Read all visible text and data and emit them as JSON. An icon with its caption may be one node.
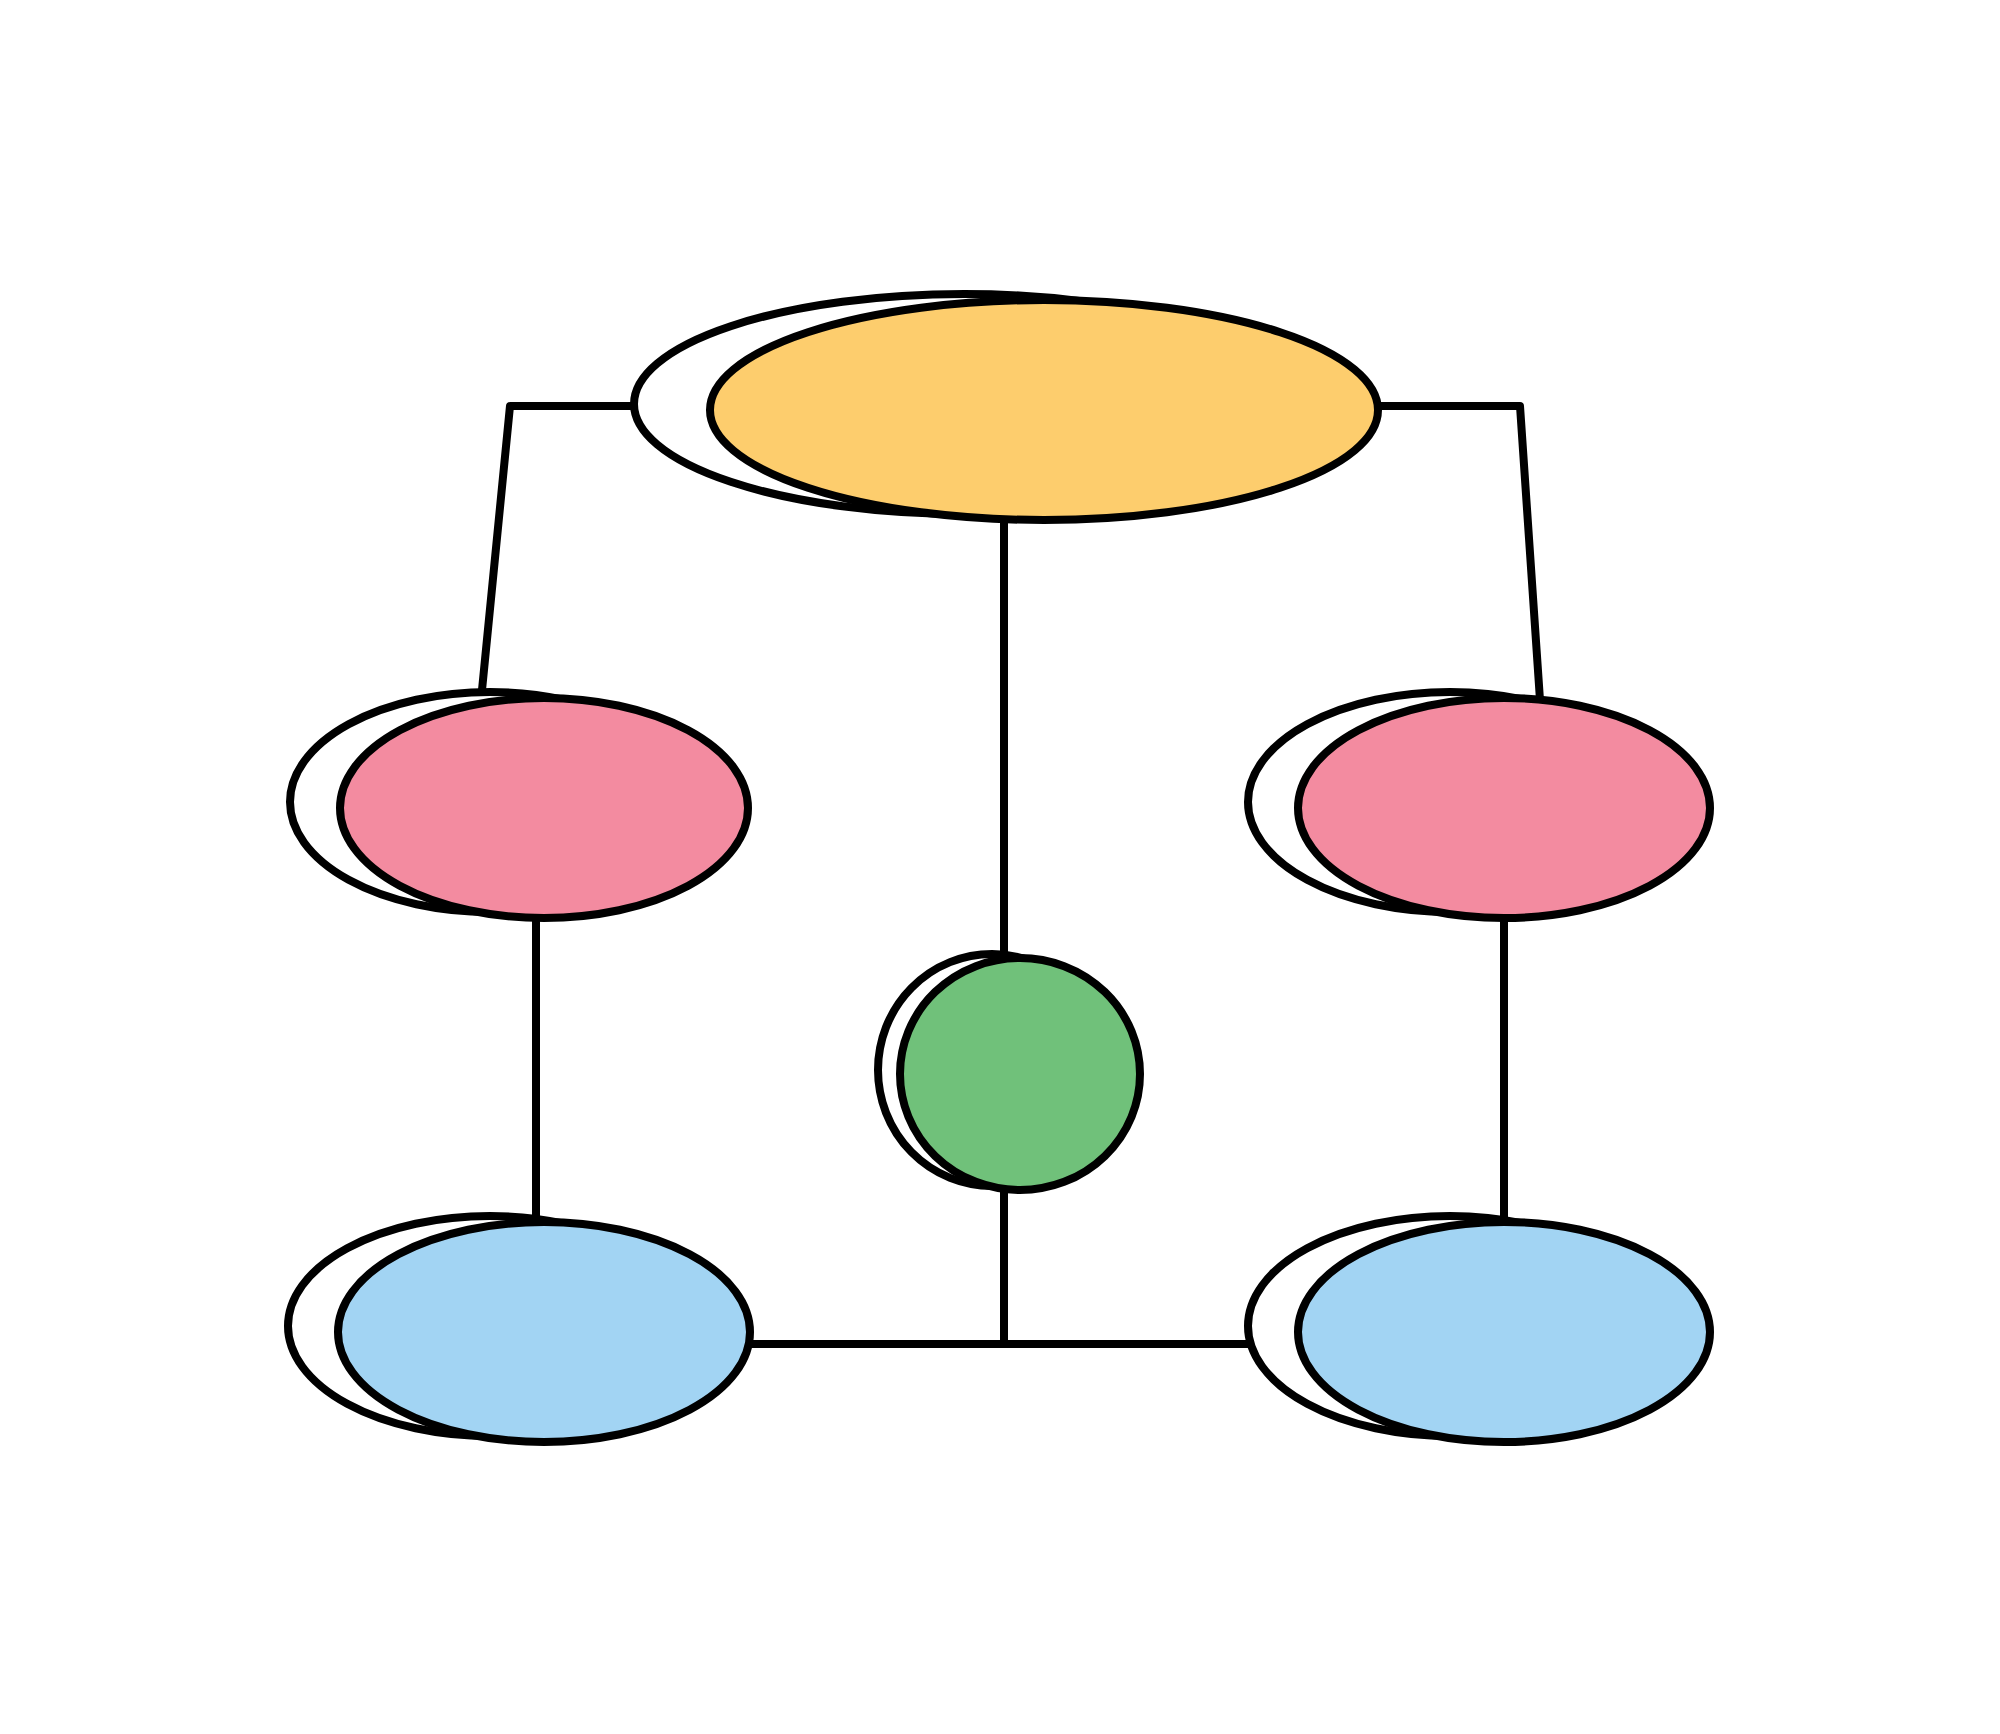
{
  "diagram": {
    "nodes": [
      {
        "text": [],
        "shape": "ellipse"
      },
      {
        "text": [],
        "shape": "ellipse"
      },
      {
        "text": [],
        "shape": "ellipse"
      },
      {
        "text": [],
        "shape": "circle"
      },
      {
        "text": [],
        "shape": "ellipse"
      },
      {
        "text": [],
        "shape": "ellipse"
      }
    ],
    "edges": [
      {
        "from": 0,
        "to": 1,
        "arrow": "none"
      },
      {
        "from": 0,
        "to": 2,
        "arrow": "none"
      },
      {
        "from": 0,
        "to": 3,
        "arrow": "none"
      },
      {
        "from": 1,
        "to": 4,
        "arrow": "none"
      },
      {
        "from": 2,
        "to": 5,
        "arrow": "none"
      },
      {
        "from": 3,
        "to": 4,
        "arrow": "none"
      },
      {
        "from": 3,
        "to": 5,
        "arrow": "none"
      }
    ]
  }
}
